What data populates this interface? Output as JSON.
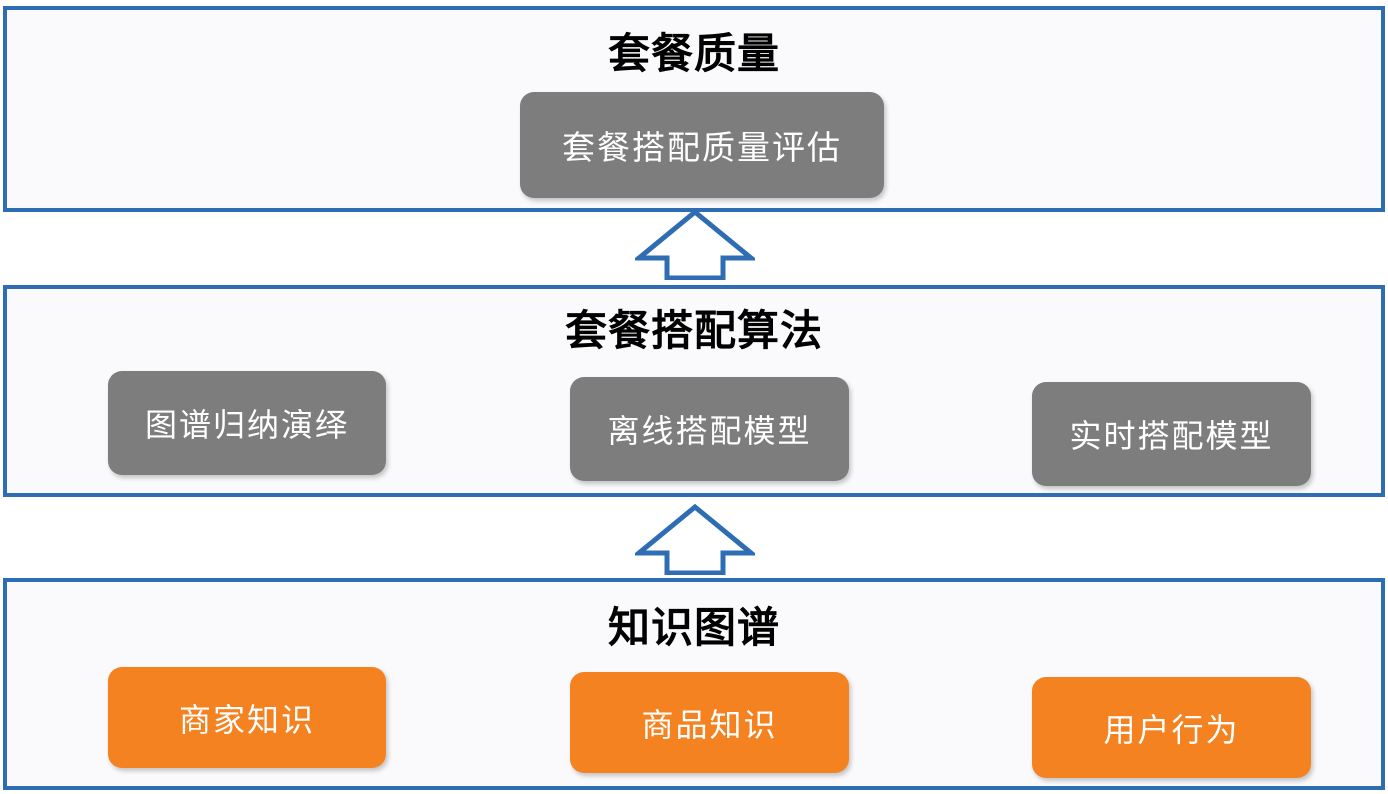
{
  "diagram": {
    "title_semantic": "knowledge-graph-driven package matching architecture",
    "colors": {
      "panel_border": "#2E6DB4",
      "panel_background": "#FAFAFC",
      "node_gray": "#7D7D7D",
      "node_orange": "#F58220",
      "arrow_stroke": "#2E6DB4",
      "arrow_fill": "#FFFFFF",
      "title_text": "#000000",
      "node_text": "#FFFFFF"
    },
    "layers": [
      {
        "id": "quality",
        "title": "套餐质量",
        "node_style": "gray",
        "nodes": [
          {
            "label": "套餐搭配质量评估"
          }
        ]
      },
      {
        "id": "algorithm",
        "title": "套餐搭配算法",
        "node_style": "gray",
        "nodes": [
          {
            "label": "图谱归纳演绎"
          },
          {
            "label": "离线搭配模型"
          },
          {
            "label": "实时搭配模型"
          }
        ]
      },
      {
        "id": "knowledge",
        "title": "知识图谱",
        "node_style": "orange",
        "nodes": [
          {
            "label": "商家知识"
          },
          {
            "label": "商品知识"
          },
          {
            "label": "用户行为"
          }
        ]
      }
    ],
    "connectors": [
      {
        "id": "algorithm-to-quality",
        "icon": "up-block-arrow-icon",
        "direction": "up",
        "from": "套餐搭配算法",
        "to": "套餐质量"
      },
      {
        "id": "knowledge-to-algorithm",
        "icon": "up-block-arrow-icon",
        "direction": "up",
        "from": "知识图谱",
        "to": "套餐搭配算法"
      }
    ]
  }
}
